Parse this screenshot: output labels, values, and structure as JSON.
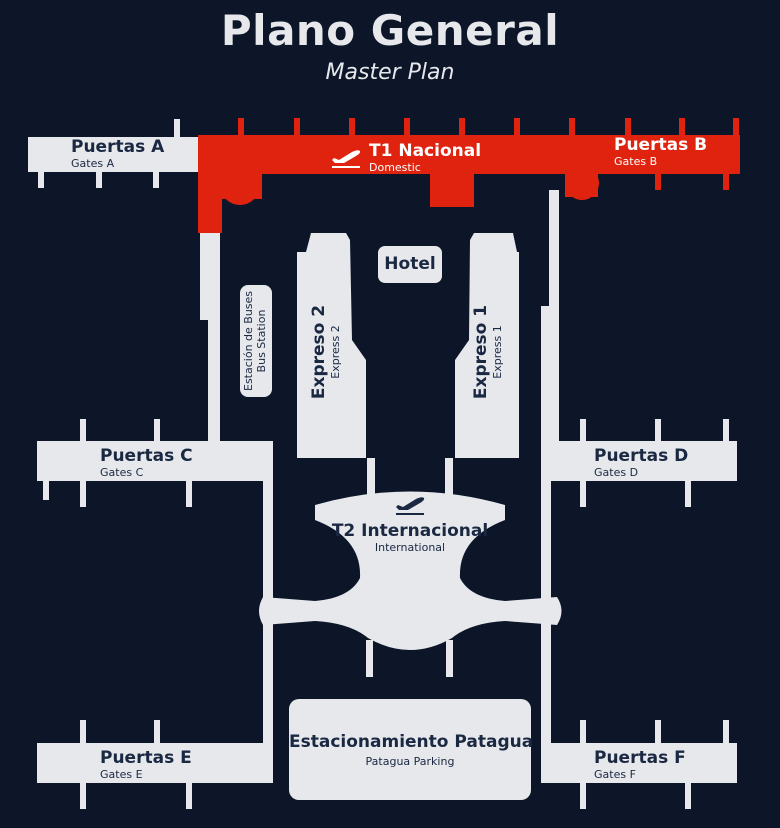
{
  "title": {
    "main": "Plano General",
    "sub": "Master Plan"
  },
  "colors": {
    "background": "#0c1628",
    "building": "#e6e8ec",
    "domestic": "#e0230e",
    "text": "#1b2842"
  },
  "areas": {
    "gates_a": {
      "es": "Puertas A",
      "en": "Gates A"
    },
    "gates_b": {
      "es": "Puertas B",
      "en": "Gates B"
    },
    "gates_c": {
      "es": "Puertas C",
      "en": "Gates C"
    },
    "gates_d": {
      "es": "Puertas D",
      "en": "Gates D"
    },
    "gates_e": {
      "es": "Puertas E",
      "en": "Gates E"
    },
    "gates_f": {
      "es": "Puertas F",
      "en": "Gates F"
    },
    "t1": {
      "es": "T1 Nacional",
      "en": "Domestic",
      "icon": "plane-departure-icon"
    },
    "t2": {
      "es": "T2 Internacional",
      "en": "International",
      "icon": "plane-departure-icon"
    },
    "hotel": {
      "es": "Hotel"
    },
    "express2": {
      "es": "Expreso 2",
      "en": "Express 2"
    },
    "express1": {
      "es": "Expreso 1",
      "en": "Express 1"
    },
    "bus": {
      "es": "Estación de Buses",
      "en": "Bus Station"
    },
    "parking": {
      "es": "Estacionamiento Patagua",
      "en": "Patagua Parking"
    }
  }
}
